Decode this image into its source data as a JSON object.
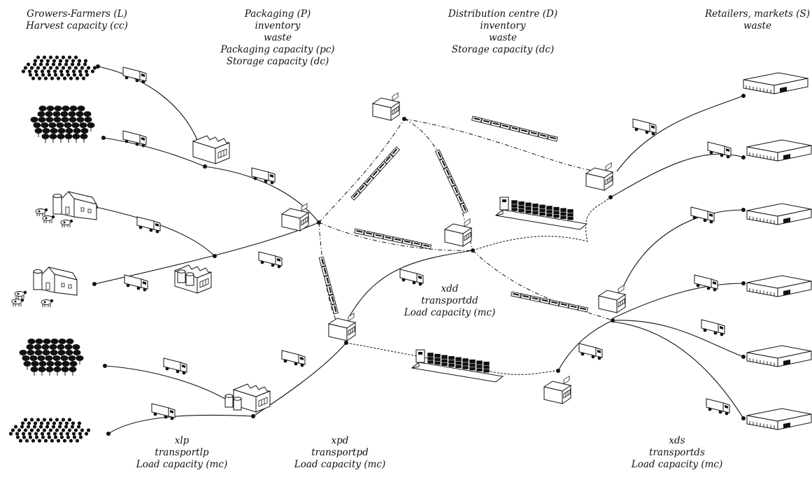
{
  "headers": {
    "growers": [
      "Growers-Farmers (L)",
      "Harvest capacity (cc)"
    ],
    "packaging": [
      "Packaging (P)",
      "inventory",
      "waste",
      "Packaging capacity (pc)",
      "Storage capacity (dc)"
    ],
    "distribution": [
      "Distribution centre (D)",
      "inventory",
      "waste",
      "Storage capacity (dc)"
    ],
    "retailers": [
      "Retailers, markets (S)",
      "waste"
    ]
  },
  "flows": {
    "xlp": [
      "xlp",
      "transportlp",
      "Load capacity (mc)"
    ],
    "xpd": [
      "xpd",
      "transportpd",
      "Load capacity (mc)"
    ],
    "xdd": [
      "xdd",
      "transportdd",
      "Load capacity (mc)"
    ],
    "xds": [
      "xds",
      "transportds",
      "Load capacity (mc)"
    ]
  },
  "colors": {
    "stroke": "#111111",
    "fill": "#ffffff",
    "ink": "#111111"
  },
  "icons": [
    "orchard-icon",
    "tree-field-icon",
    "dairy-farm-icon",
    "factory-icon",
    "warehouse-icon",
    "truck-icon",
    "train-icon",
    "cargo-ship-icon",
    "store-icon"
  ]
}
